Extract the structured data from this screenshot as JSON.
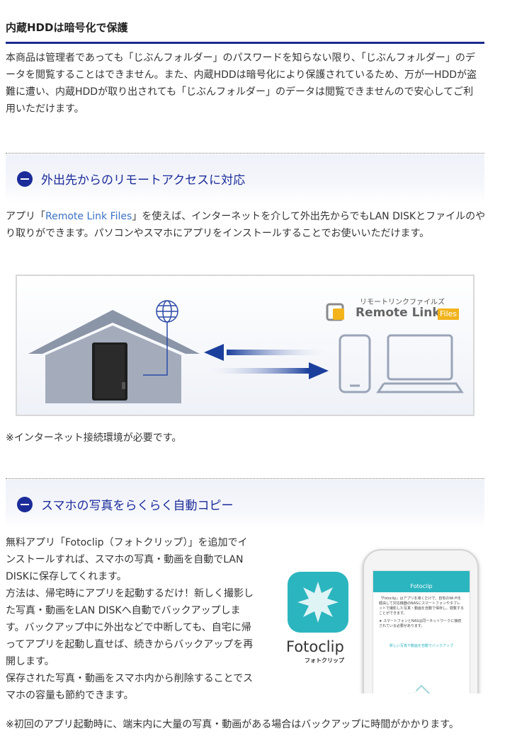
{
  "section1": {
    "title": "内蔵HDDは暗号化で保護",
    "body": "本商品は管理者であっても「じぶんフォルダー」のパスワードを知らない限り、「じぶんフォルダー」のデータを閲覧することはできません。また、内蔵HDDは暗号化により保護されているため、万が一HDDが盗難に遭い、内蔵HDDが取り出されても「じぶんフォルダー」のデータは閲覧できませんので安心してご利用いただけます。"
  },
  "section2": {
    "title": "外出先からのリモートアクセスに対応",
    "body_pre": "アプリ「",
    "body_link": "Remote Link Files",
    "body_post": "」を使えば、インターネットを介して外出先からでもLAN DISKとファイルのやり取りができます。パソコンやスマホにアプリをインストールすることでお使いいただけます。",
    "illustration": {
      "app_kana": "リモートリンクファイルズ",
      "app_name": "Remote Link",
      "app_badge": "Files"
    },
    "note": "※インターネット接続環境が必要です。"
  },
  "section3": {
    "title": "スマホの写真をらくらく自動コピー",
    "body": "無料アプリ「Fotoclip（フォトクリップ）」を追加でインストールすれば、スマホの写真・動画を自動でLAN DISKに保存してくれます。\n方法は、帰宅時にアプリを起動するだけ！新しく撮影した写真・動画をLAN DISKへ自動でバックアップします。バックアップ中に外出などで中断しても、自宅に帰ってアプリを起動し直せば、続きからバックアップを再開します。\n保存された写真・動画をスマホ内から削除することでスマホの容量も節約できます。",
    "app": {
      "name": "Fotoclip",
      "kana": "フォトクリップ",
      "screen_header": "Fotoclip",
      "screen_text": "「Fotoclip」はアプリを導くだけで、自宅のWi-Fiを経由して対応機器のNASにスマートフォンやタブレットで撮影した写真・動画を自動で保存し、閲覧することができます。",
      "screen_note": "★ スマートフォンとNASは同一ネットワークに接続されている必要があります。",
      "screen_link": "新しい写真や動画を自動でバックアップ"
    },
    "note": "※初回のアプリ起動時に、端末内に大量の写真・動画がある場合はバックアップに時間がかかります。"
  }
}
